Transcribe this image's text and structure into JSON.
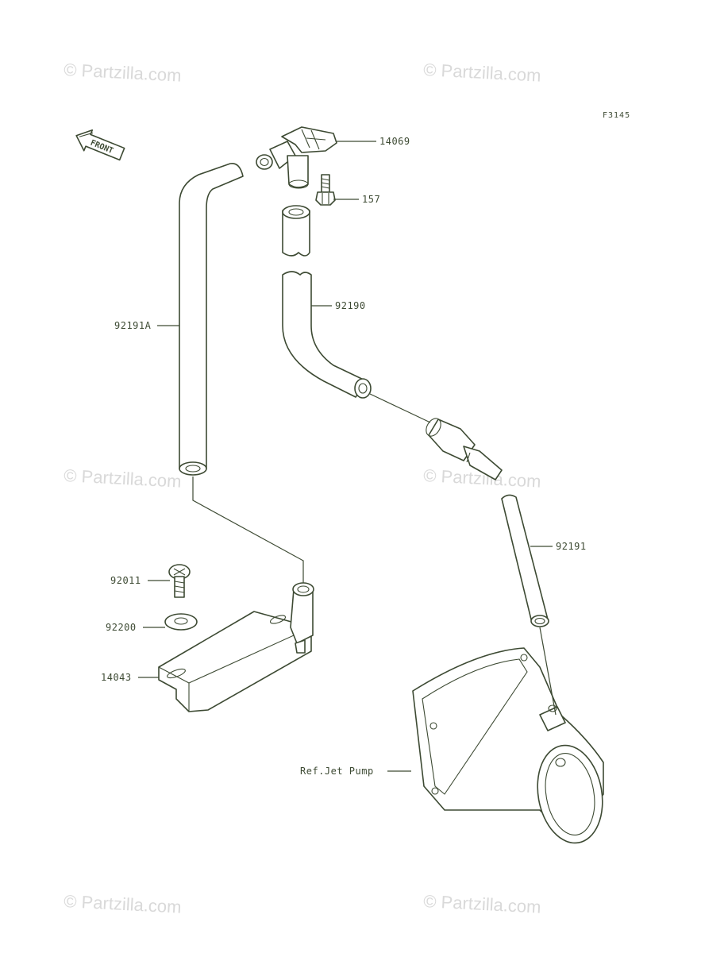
{
  "diagram": {
    "figure_code": "F3145",
    "front_label": "FRONT",
    "watermark": "© Partzilla.com",
    "parts": [
      {
        "id": "14069",
        "label": "14069"
      },
      {
        "id": "157",
        "label": "157"
      },
      {
        "id": "92190",
        "label": "92190"
      },
      {
        "id": "92191A",
        "label": "92191A"
      },
      {
        "id": "92191",
        "label": "92191"
      },
      {
        "id": "92011",
        "label": "92011"
      },
      {
        "id": "92200",
        "label": "92200"
      },
      {
        "id": "14043",
        "label": "14043"
      },
      {
        "id": "ref-jet-pump",
        "label": "Ref.Jet Pump"
      }
    ]
  }
}
